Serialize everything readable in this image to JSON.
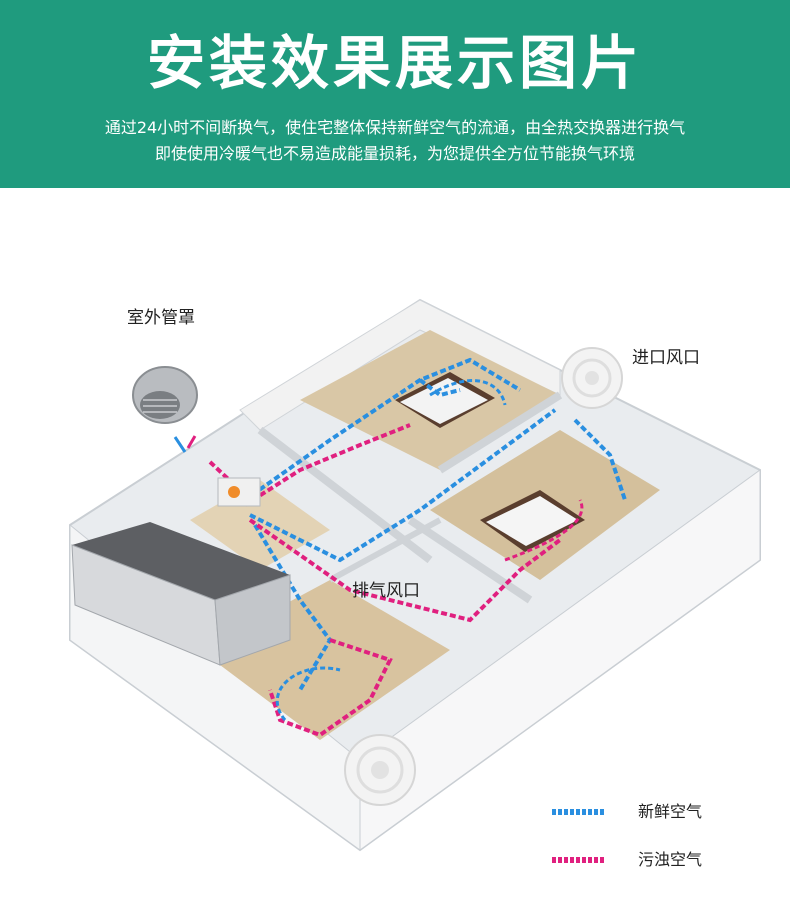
{
  "header": {
    "title": "安装效果展示图片",
    "subtitle_line1": "通过24小时不间断换气，使住宅整体保持新鲜空气的流通，由全热交换器进行换气",
    "subtitle_line2": "即使使用冷暖气也不易造成能量损耗，为您提供全方位节能换气环境"
  },
  "labels": {
    "outdoor_hood": "室外管罩",
    "inlet_vent": "进口风口",
    "exhaust_vent": "排气风口"
  },
  "legend": {
    "fresh_air": "新鲜空气",
    "stale_air": "污浊空气"
  },
  "colors": {
    "banner": "#1f9b7e",
    "fresh_air": "#2a8fe0",
    "stale_air": "#e0207f"
  }
}
